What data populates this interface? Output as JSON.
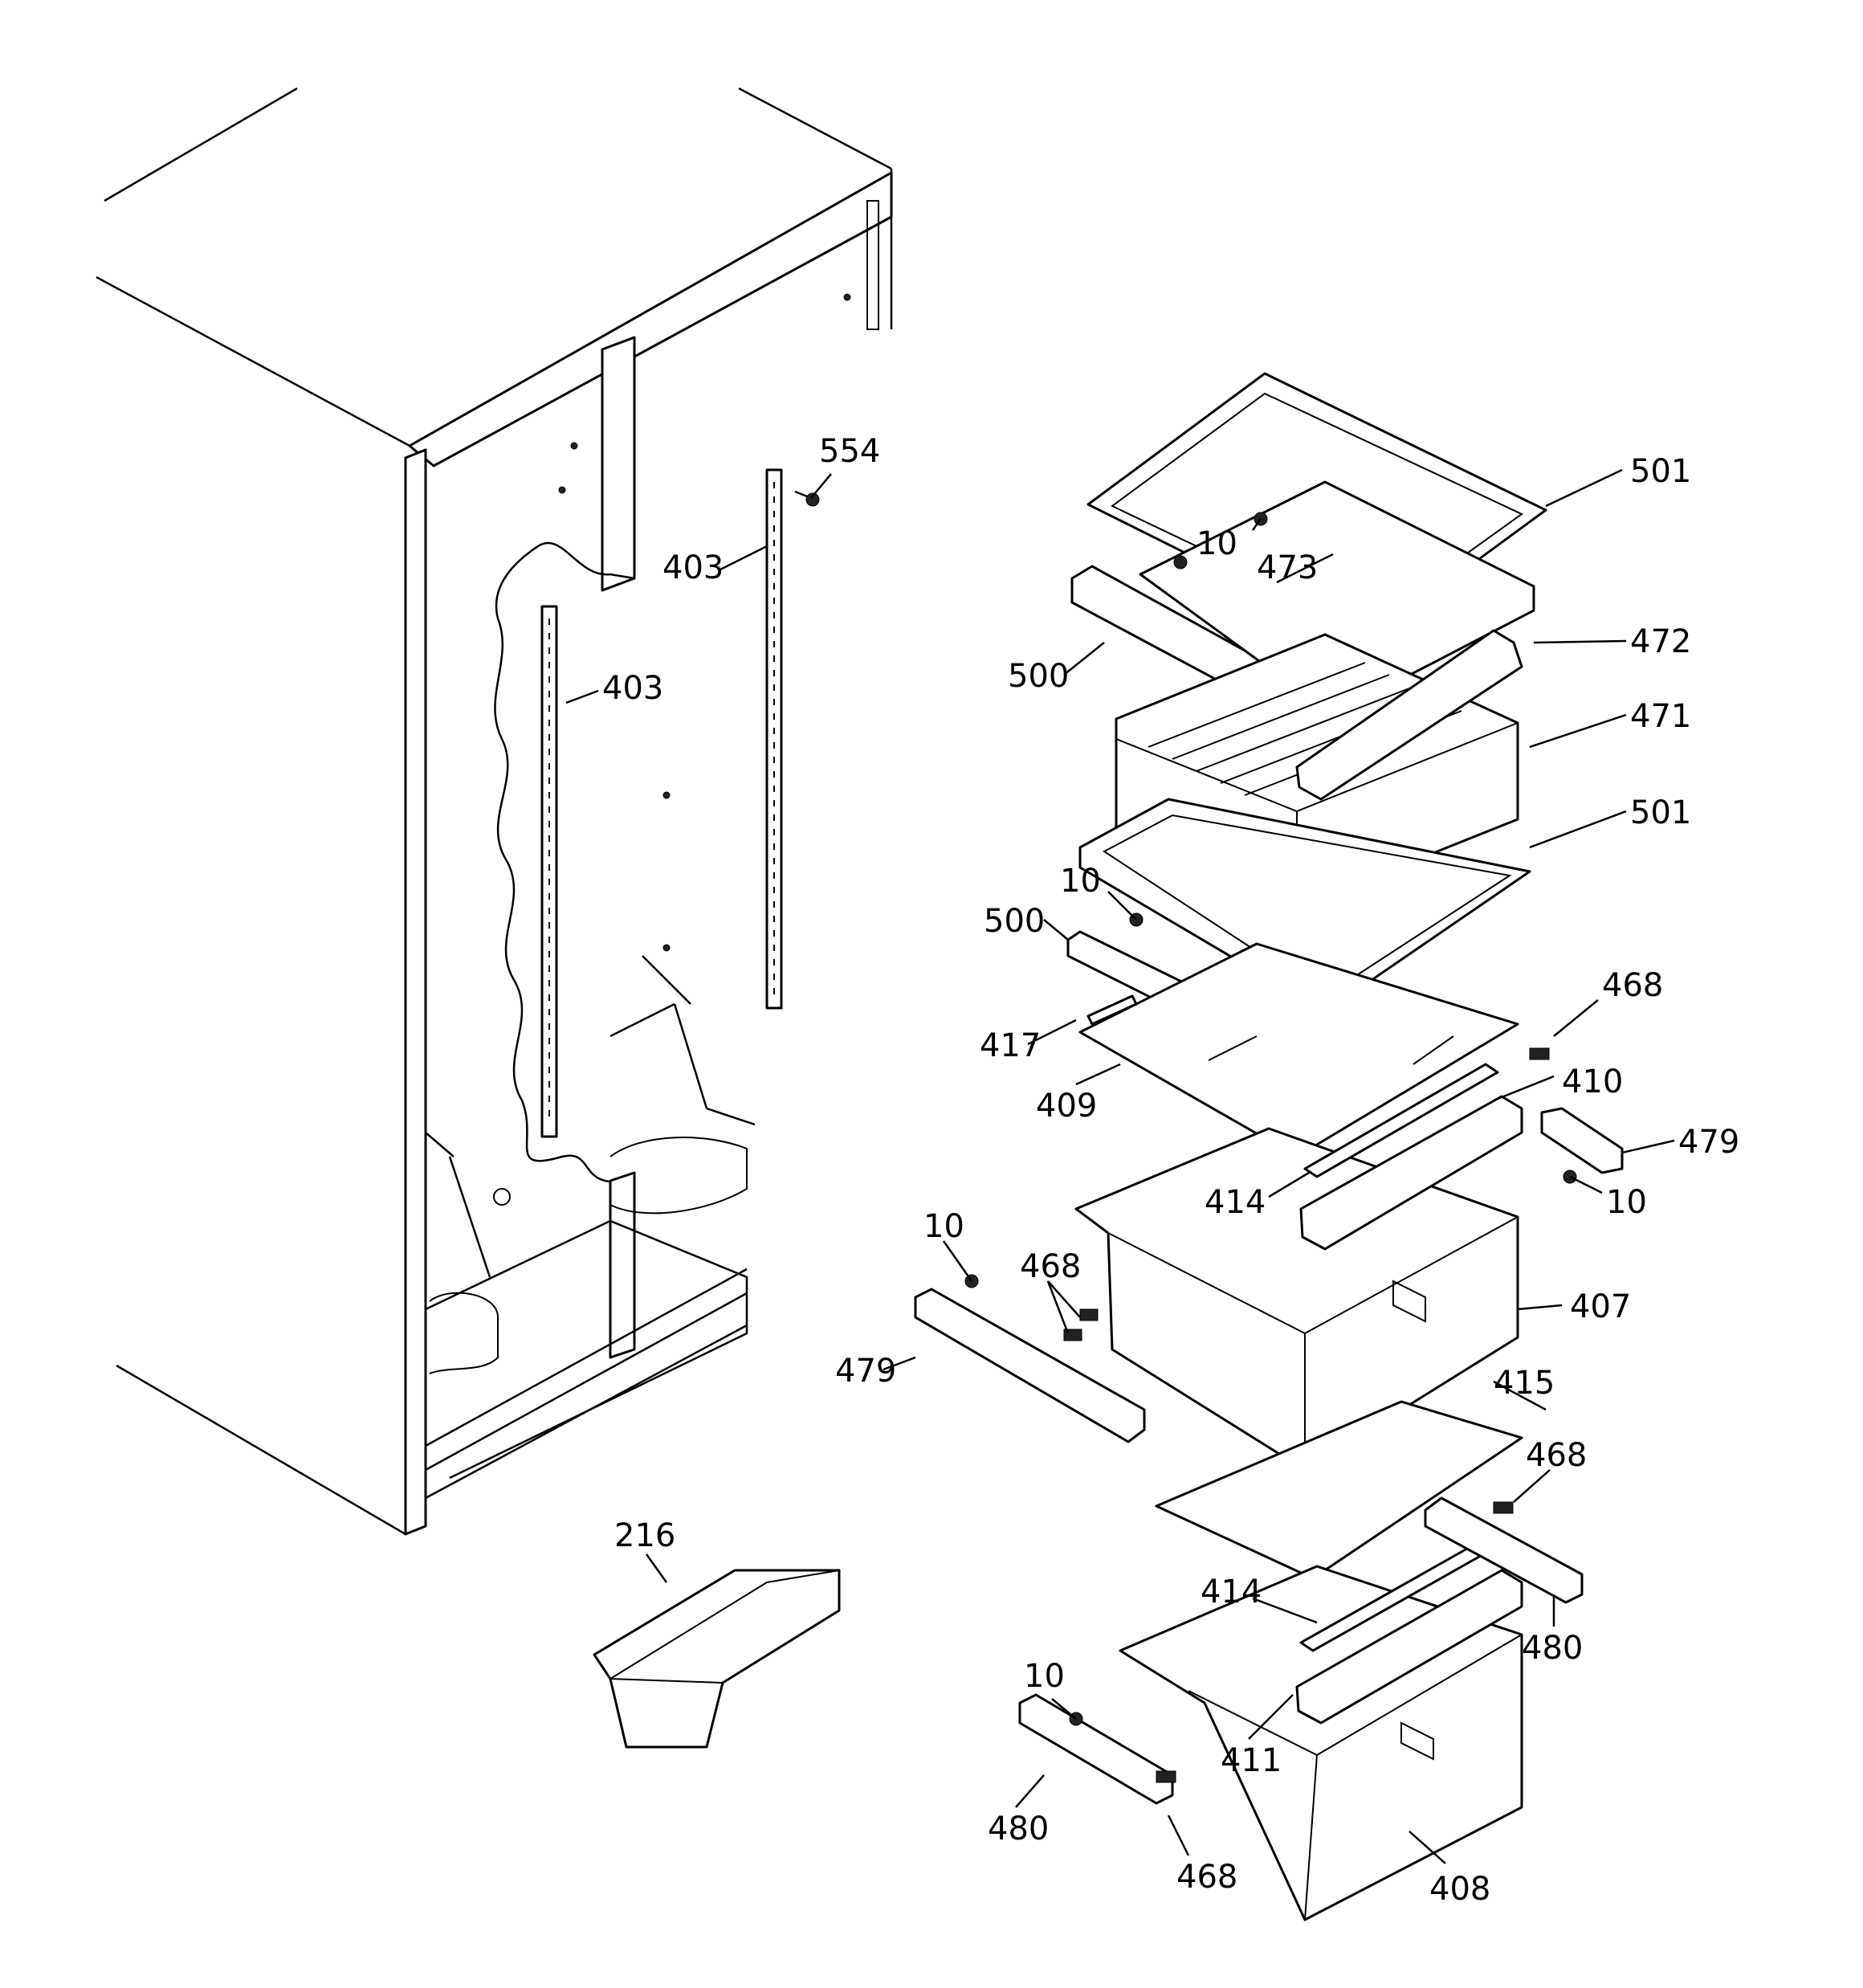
{
  "labels": {
    "l554": "554",
    "l501a": "501",
    "l10a": "10",
    "l473": "473",
    "l403a": "403",
    "l403b": "403",
    "l500a": "500",
    "l472": "472",
    "l471": "471",
    "l501b": "501",
    "l10b": "10",
    "l500b": "500",
    "l468a": "468",
    "l417": "417",
    "l410": "410",
    "l409": "409",
    "l479a": "479",
    "l414a": "414",
    "l10c": "10",
    "l10d": "10",
    "l468b": "468",
    "l407": "407",
    "l479b": "479",
    "l415": "415",
    "l468c": "468",
    "l216": "216",
    "l414b": "414",
    "l480a": "480",
    "l10e": "10",
    "l411": "411",
    "l480b": "480",
    "l468d": "468",
    "l408": "408"
  }
}
